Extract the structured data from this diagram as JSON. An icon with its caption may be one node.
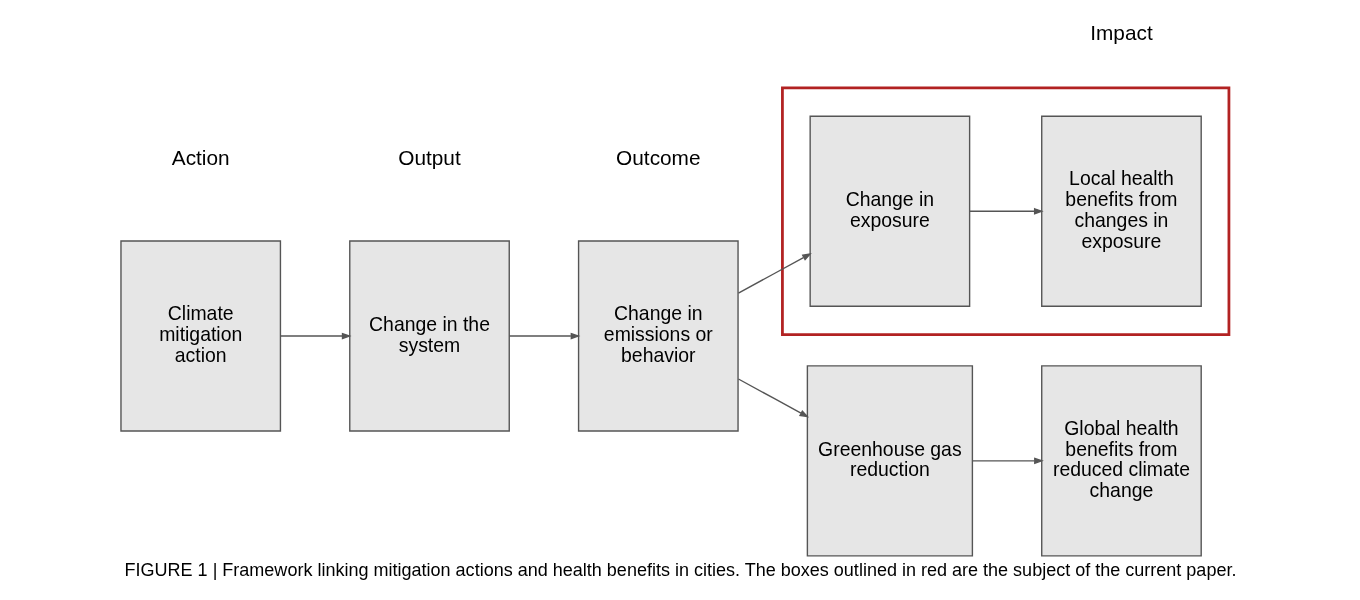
{
  "diagram": {
    "caption": "FIGURE 1 | Framework linking mitigation actions and health benefits in cities. The boxes outlined in red are the subject of the current paper.",
    "nodes": [
      {
        "text": [
          "Climate mitigation action"
        ]
      },
      {
        "text": [
          "Change in the system"
        ]
      },
      {
        "text": [
          "Change in emissions or behavior"
        ]
      },
      {
        "text": [],
        "shape": "box"
      },
      {
        "text": [
          "Change in exposure"
        ],
        "in": 3
      },
      {
        "text": [
          "Local health benefits from changes in exposure"
        ],
        "in": 3
      },
      {
        "text": [
          "Greenhouse gas reduction"
        ]
      },
      {
        "text": [
          "Global health benefits from reduced climate change"
        ]
      }
    ],
    "edges": [
      {
        "from": 0,
        "to": 1,
        "arrow": "to"
      },
      {
        "from": 1,
        "to": 2,
        "arrow": "to"
      },
      {
        "from": 2,
        "to": 4,
        "arrow": "to"
      },
      {
        "from": 4,
        "to": 5,
        "arrow": "to"
      },
      {
        "from": 2,
        "to": 6,
        "arrow": "to"
      },
      {
        "from": 6,
        "to": 7,
        "arrow": "to"
      }
    ],
    "labels": [
      "Action",
      "Output",
      "Outcome",
      "Impact"
    ]
  }
}
